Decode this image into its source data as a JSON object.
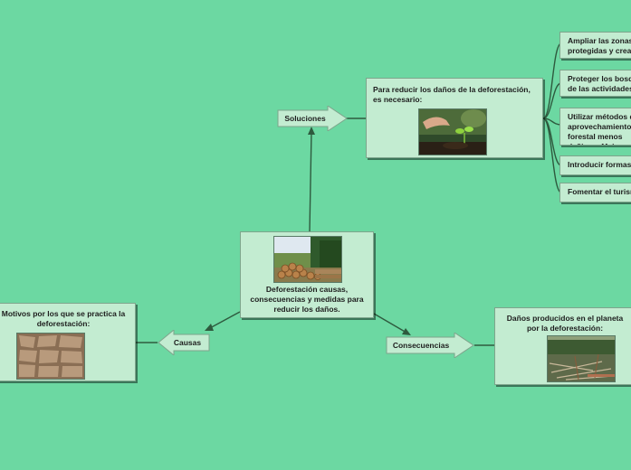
{
  "center": {
    "label": "Deforestación causas, consecuencias y medidas para reducir los daños."
  },
  "branches": {
    "soluciones": "Soluciones",
    "causas": "Causas",
    "consecuencias": "Consecuencias"
  },
  "solutions_node": {
    "label": "Para reducir los daños de la deforestación, es necesario:"
  },
  "consequences_node": {
    "label": "Daños producidos en el planeta por la deforestación:"
  },
  "causes_node": {
    "label": "Motivos por los que se practica la deforestación:"
  },
  "solution_items": [
    {
      "label": "Ampliar las zonas protegidas y crear otras nuevas."
    },
    {
      "label": "Proteger los bosques de las actividades mineras."
    },
    {
      "label": "Utilizar métodos de aprovechamiento forestal menos dañinos. Mejorar el uso y recuperación de madera, desarrollar alternativas."
    },
    {
      "label": "Introducir formas de agricultura sostenible."
    },
    {
      "label": "Fomentar el turismo ecológico."
    }
  ],
  "colors": {
    "background": "#6cd8a2",
    "node_fill": "#c3ecd1",
    "connector": "#2e5a3e"
  }
}
